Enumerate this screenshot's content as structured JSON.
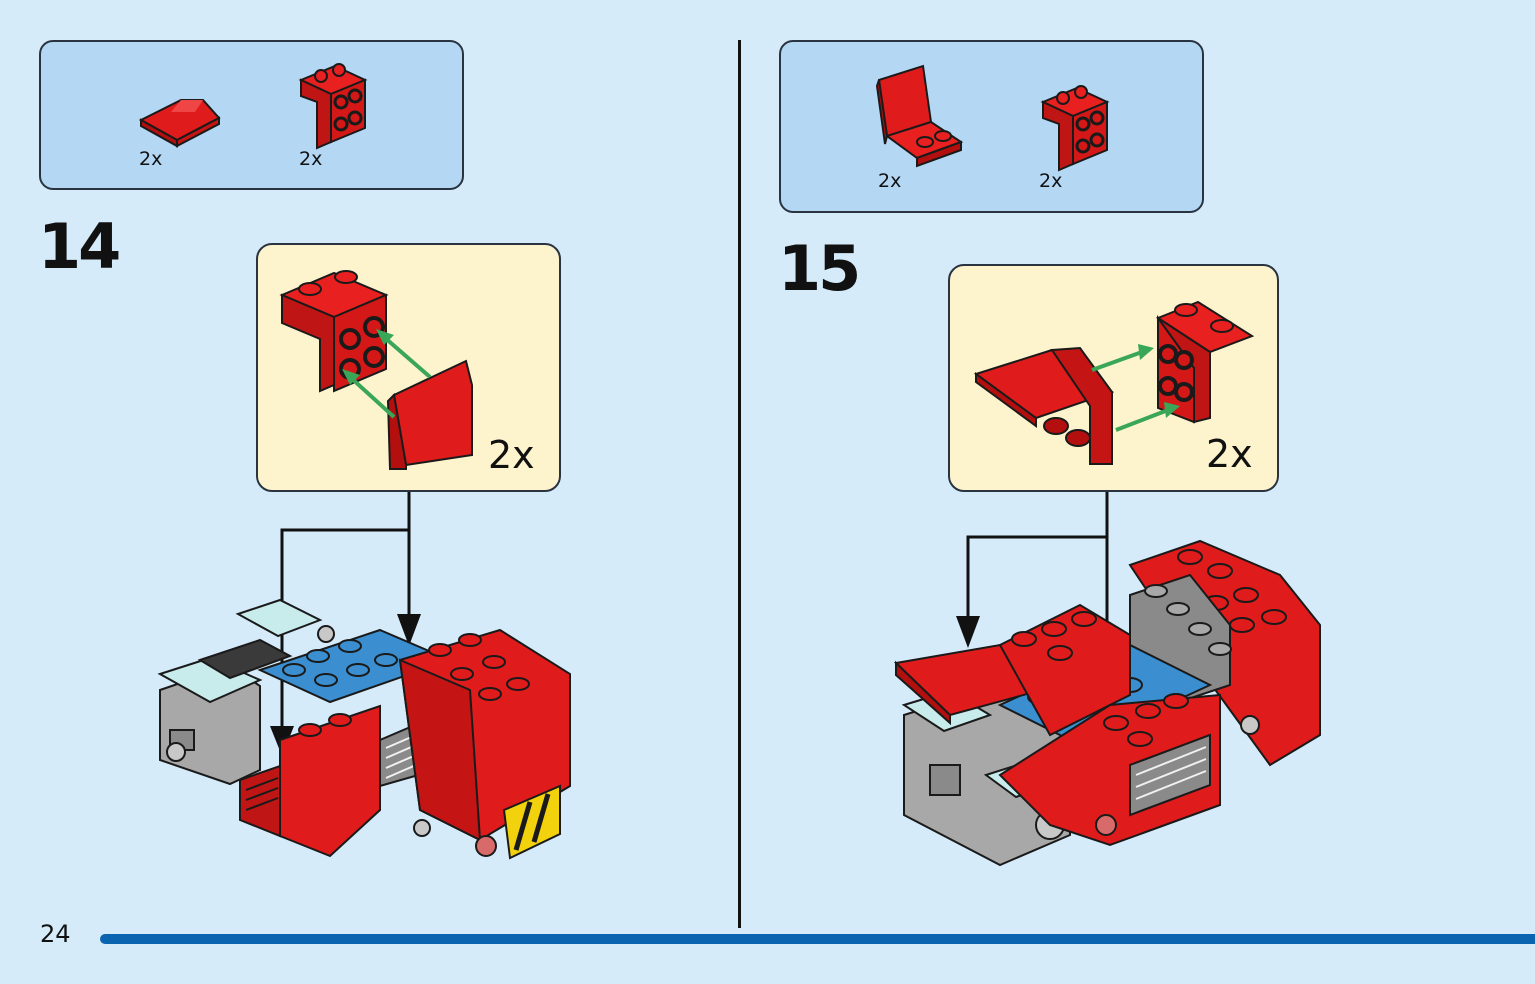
{
  "page": {
    "number": "24"
  },
  "steps": [
    {
      "number": "14",
      "parts": [
        {
          "name": "red-slope-tile",
          "qty": "2x"
        },
        {
          "name": "red-bracket-1x2-2x2",
          "qty": "2x"
        }
      ],
      "callout_qty": "2x"
    },
    {
      "number": "15",
      "parts": [
        {
          "name": "red-seat",
          "qty": "2x"
        },
        {
          "name": "red-bracket-1x2-2x2",
          "qty": "2x"
        }
      ],
      "callout_qty": "2x"
    }
  ],
  "colors": {
    "background": "#d6ebfa",
    "parts_box": "#b4d7f4",
    "callout": "#fdf3cd",
    "brick_red": "#e01b1b",
    "brick_blue": "#3b8fd0",
    "brick_gray": "#a8a8a8",
    "trans_clear": "#c8ecec",
    "accent_bar": "#0a64b0",
    "arrow_green": "#3aa657"
  }
}
